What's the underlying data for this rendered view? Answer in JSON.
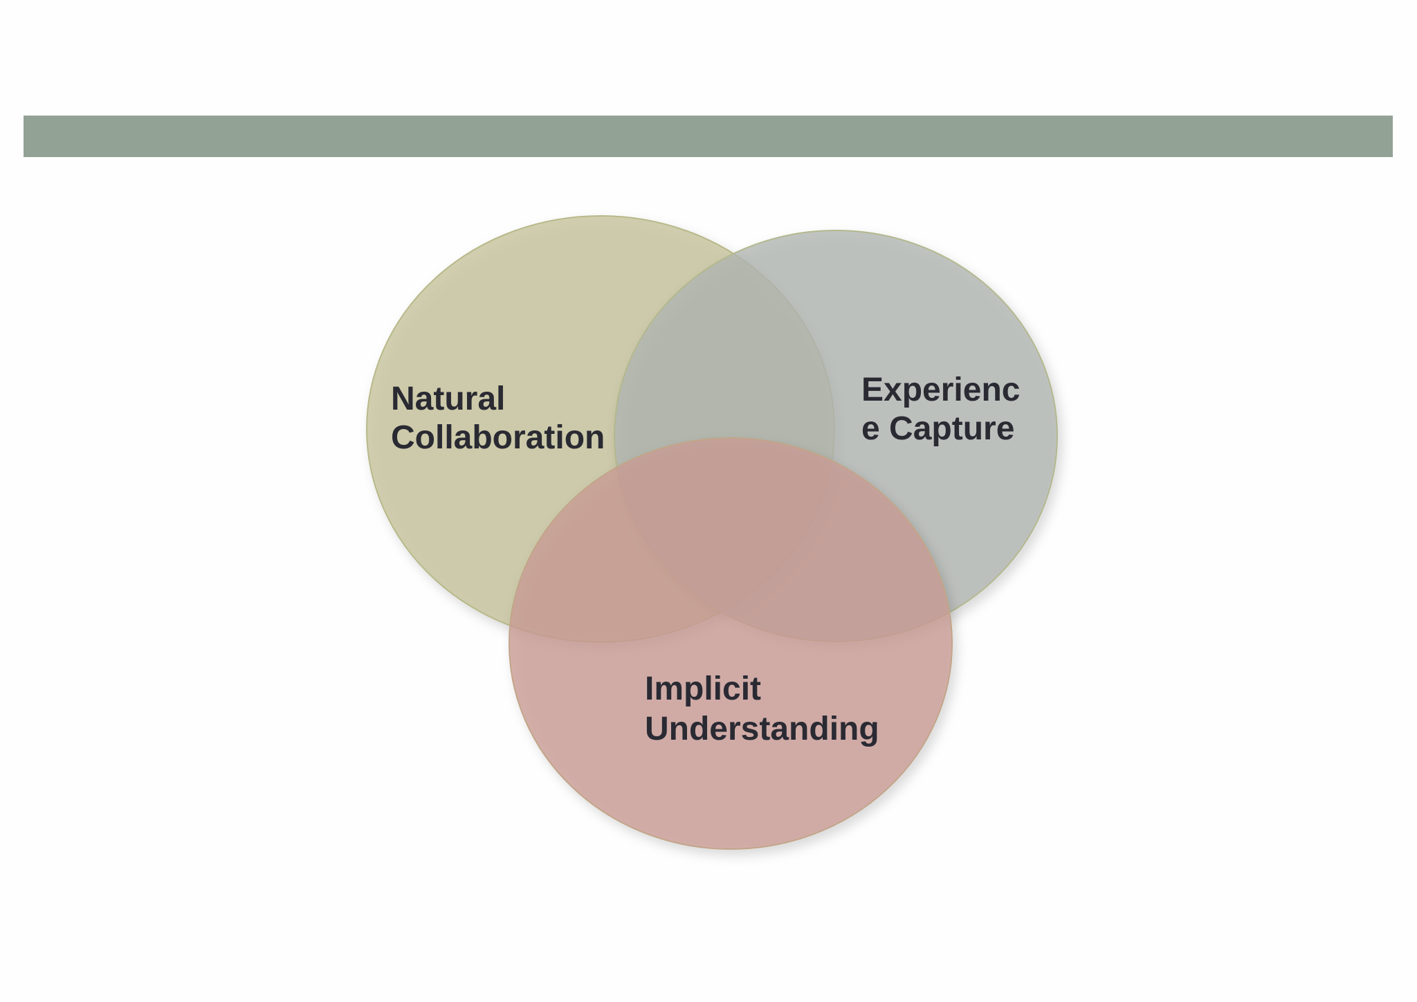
{
  "colors": {
    "header_band": "#92a396",
    "circle_top_left": "#c4c19a",
    "circle_top_right": "#b0b5b1",
    "circle_bottom": "#c99b95",
    "label_text": "#2a2a33"
  },
  "venn": {
    "sets": [
      {
        "id": "natural-collaboration",
        "lines": [
          "Natural",
          "Collaboration"
        ]
      },
      {
        "id": "experience-capture",
        "lines": [
          "Experienc",
          "e Capture"
        ]
      },
      {
        "id": "implicit-understanding",
        "lines": [
          "Implicit",
          "Understanding"
        ]
      }
    ]
  }
}
